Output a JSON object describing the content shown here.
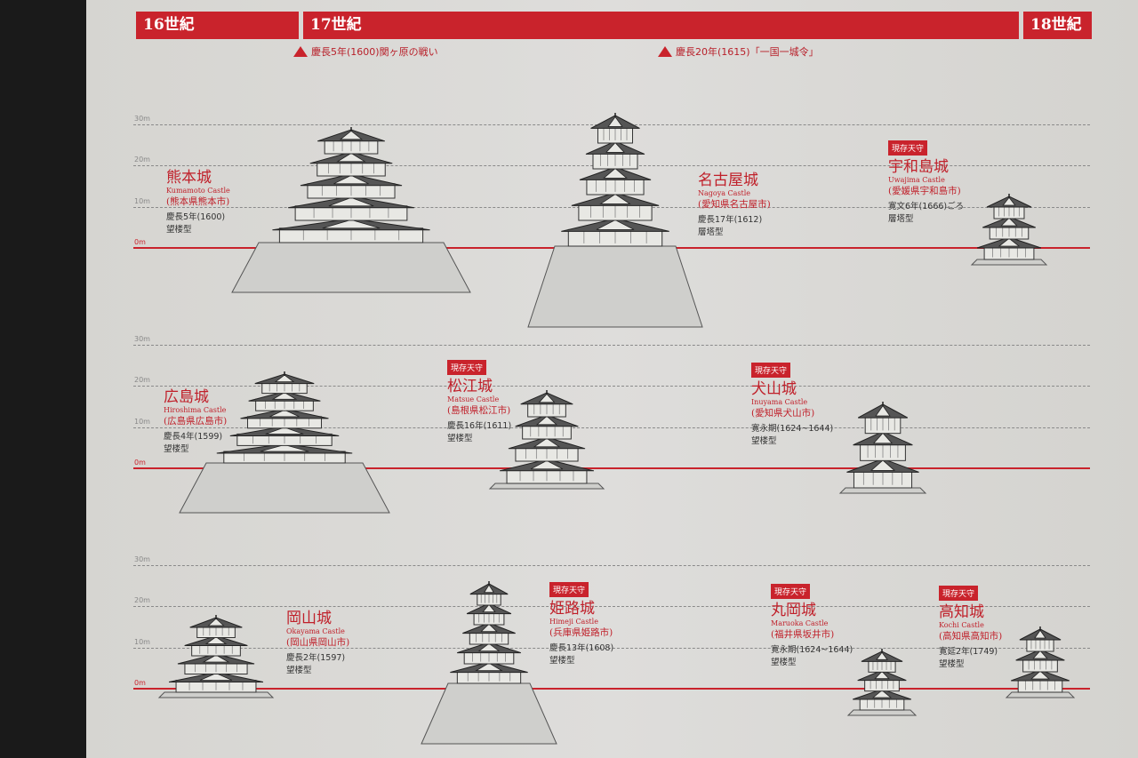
{
  "eras": [
    {
      "label": "16世紀"
    },
    {
      "label": "17世紀"
    },
    {
      "label": "18世紀"
    }
  ],
  "events": [
    {
      "label": "慶長5年(1600)関ヶ原の戦い"
    },
    {
      "label": "慶長20年(1615)「一国一城令」"
    }
  ],
  "scale": {
    "t30": "30m",
    "t20": "20m",
    "t10": "10m",
    "t0": "0m"
  },
  "badge": "現存天守",
  "castles": [
    {
      "name": "熊本城",
      "en": "Kumamoto Castle",
      "pref": "(熊本県熊本市)",
      "date": "慶長5年(1600)",
      "type": "望楼型",
      "extant": false
    },
    {
      "name": "名古屋城",
      "en": "Nagoya Castle",
      "pref": "(愛知県名古屋市)",
      "date": "慶長17年(1612)",
      "type": "層塔型",
      "extant": false
    },
    {
      "name": "宇和島城",
      "en": "Uwajima Castle",
      "pref": "(愛媛県宇和島市)",
      "date": "寛文6年(1666)ごろ",
      "type": "層塔型",
      "extant": true
    },
    {
      "name": "広島城",
      "en": "Hiroshima Castle",
      "pref": "(広島県広島市)",
      "date": "慶長4年(1599)",
      "type": "望楼型",
      "extant": false
    },
    {
      "name": "松江城",
      "en": "Matsue Castle",
      "pref": "(島根県松江市)",
      "date": "慶長16年(1611)",
      "type": "望楼型",
      "extant": true
    },
    {
      "name": "犬山城",
      "en": "Inuyama Castle",
      "pref": "(愛知県犬山市)",
      "date": "寛永期(1624~1644)",
      "type": "望楼型",
      "extant": true
    },
    {
      "name": "岡山城",
      "en": "Okayama Castle",
      "pref": "(岡山県岡山市)",
      "date": "慶長2年(1597)",
      "type": "望楼型",
      "extant": false
    },
    {
      "name": "姫路城",
      "en": "Himeji Castle",
      "pref": "(兵庫県姫路市)",
      "date": "慶長13年(1608)",
      "type": "望楼型",
      "extant": true
    },
    {
      "name": "丸岡城",
      "en": "Maruoka Castle",
      "pref": "(福井県坂井市)",
      "date": "寛永期(1624~1644)",
      "type": "望楼型",
      "extant": true
    },
    {
      "name": "高知城",
      "en": "Kochi Castle",
      "pref": "(高知県高知市)",
      "date": "寛延2年(1749)",
      "type": "望楼型",
      "extant": true
    }
  ]
}
